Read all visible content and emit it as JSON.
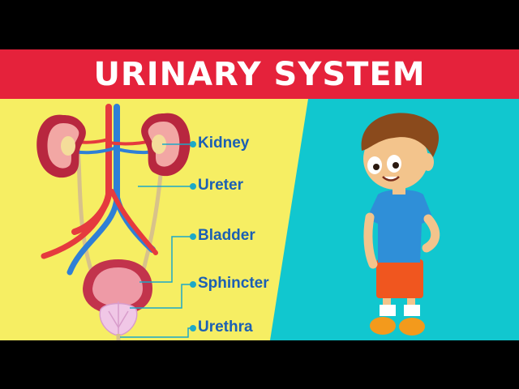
{
  "title": "URINARY SYSTEM",
  "labels": {
    "kidney": "Kidney",
    "ureter": "Ureter",
    "bladder": "Bladder",
    "sphincter": "Sphincter",
    "urethra": "Urethra"
  },
  "colors": {
    "banner": "#e5223b",
    "left_background": "#f6ee63",
    "right_background": "#11c7cf",
    "label_text": "#1b5fb4",
    "artery": "#e53a3e",
    "vein": "#2f7fd6"
  }
}
